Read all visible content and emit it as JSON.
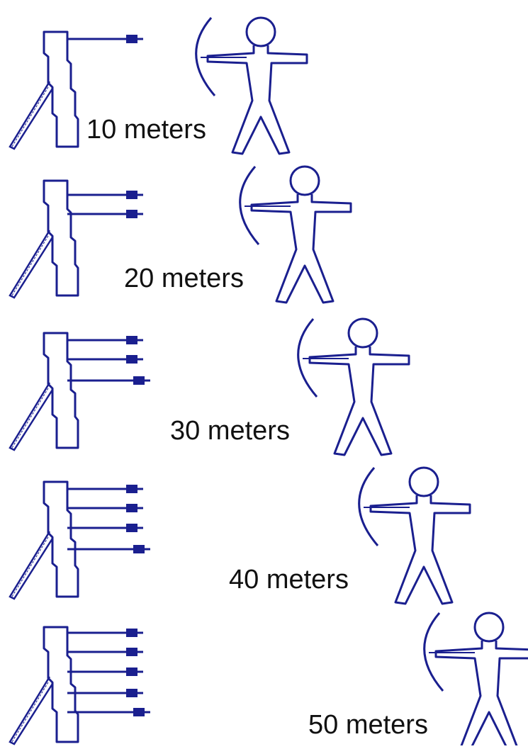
{
  "colors": {
    "ink": "#1a1f8f",
    "background": "#ffffff",
    "label": "#111111"
  },
  "rows": [
    {
      "label": "10 meters",
      "arrows": 1
    },
    {
      "label": "20 meters",
      "arrows": 2
    },
    {
      "label": "30 meters",
      "arrows": 3
    },
    {
      "label": "40 meters",
      "arrows": 4
    },
    {
      "label": "50 meters",
      "arrows": 5
    }
  ]
}
